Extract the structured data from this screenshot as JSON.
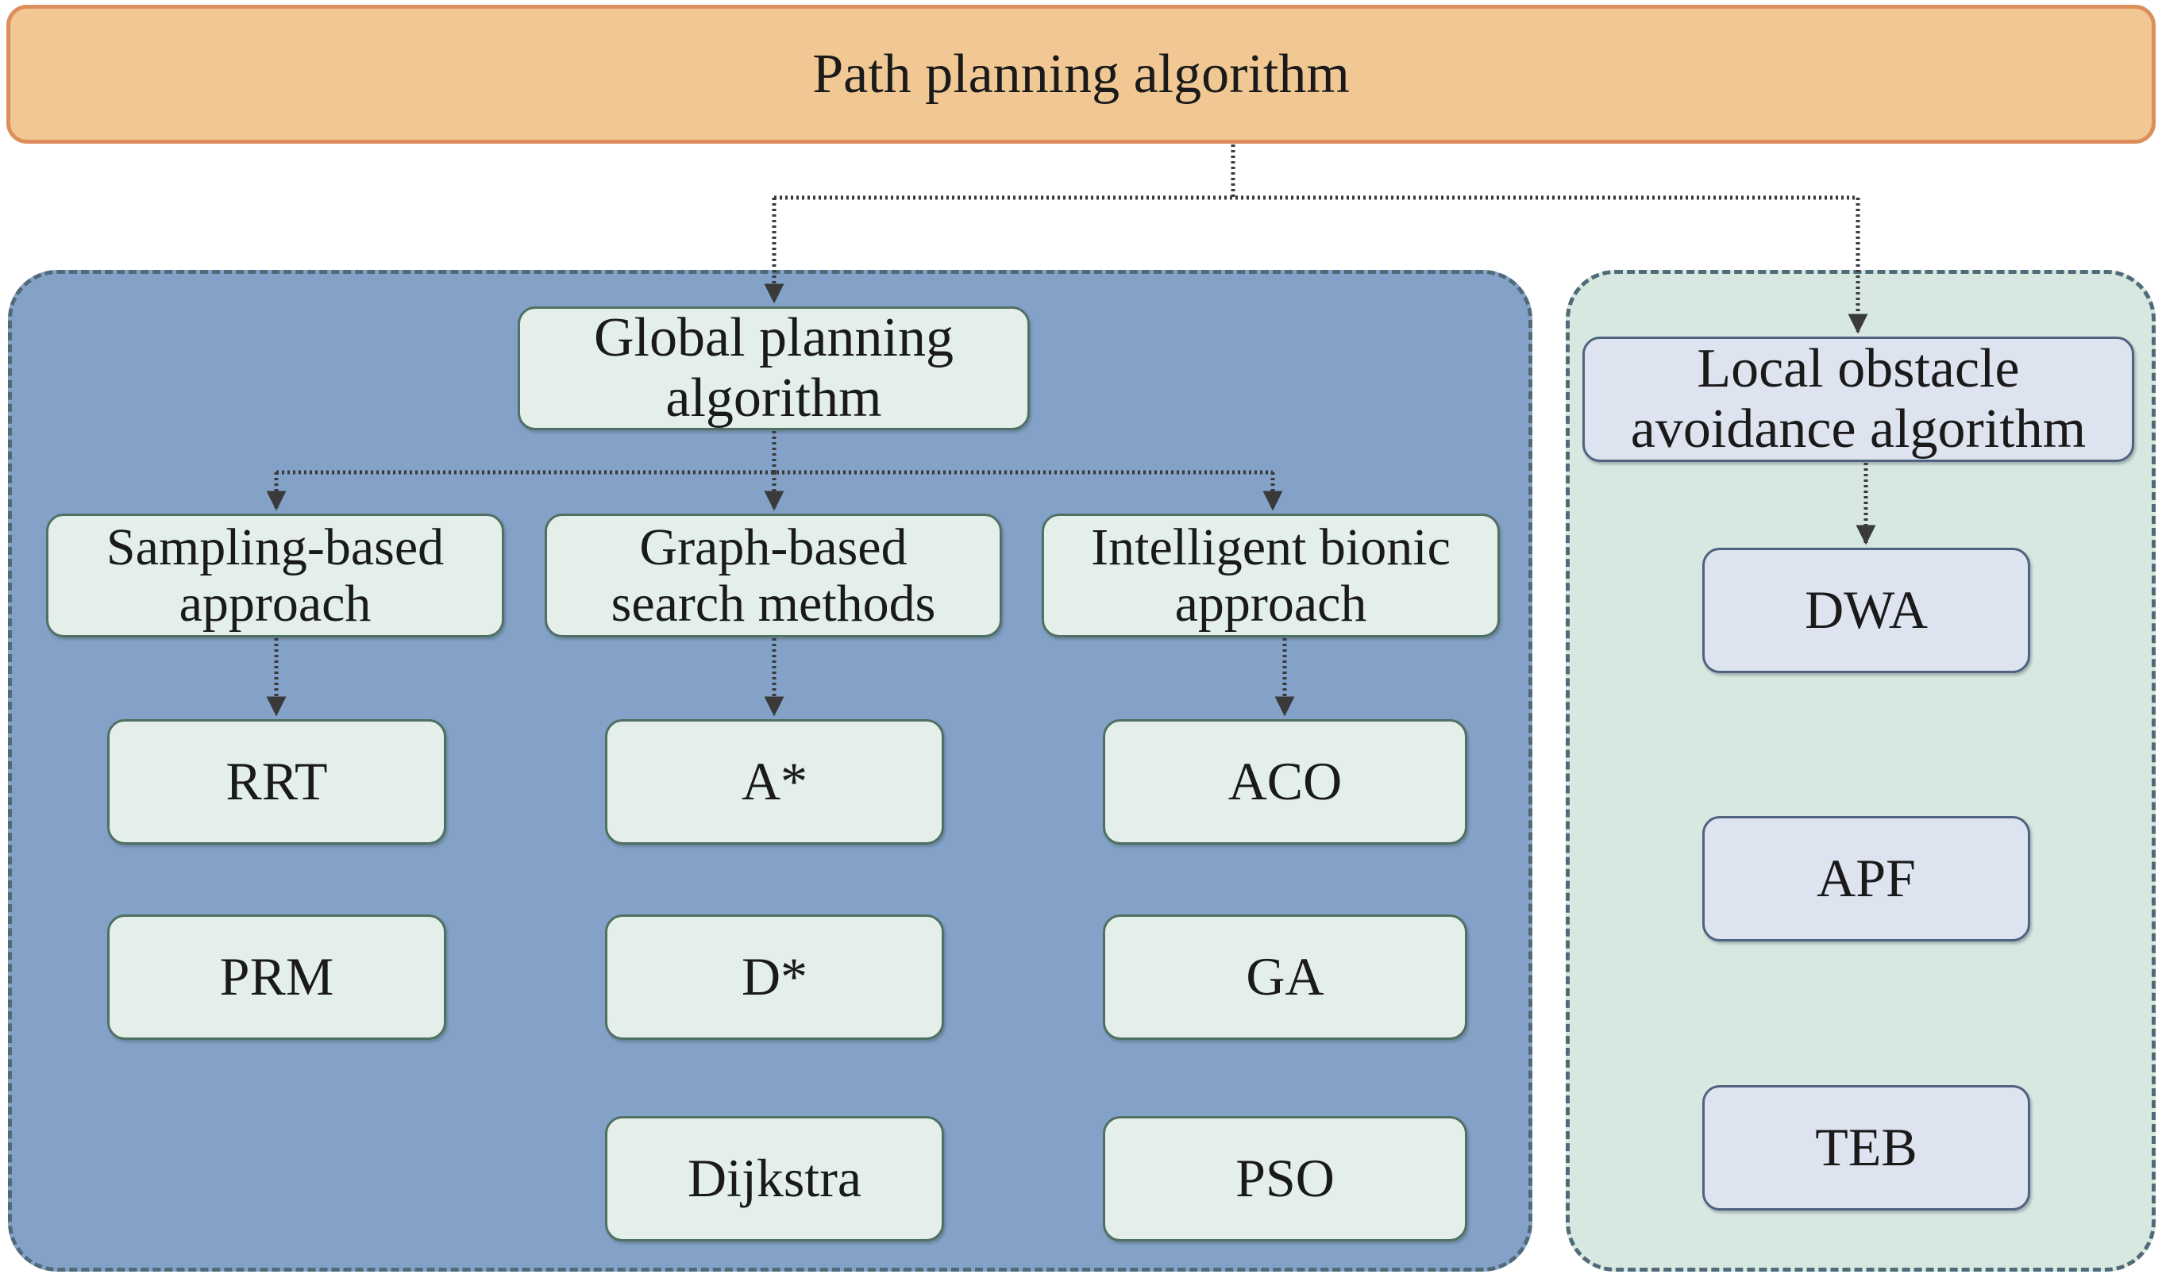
{
  "root": {
    "label": "Path planning algorithm"
  },
  "global": {
    "label": "Global planning algorithm",
    "categories": [
      {
        "label": "Sampling-based approach",
        "methods": [
          "RRT",
          "PRM"
        ]
      },
      {
        "label": "Graph-based search methods",
        "methods": [
          "A*",
          "D*",
          "Dijkstra"
        ]
      },
      {
        "label": "Intelligent bionic approach",
        "methods": [
          "ACO",
          "GA",
          "PSO"
        ]
      }
    ]
  },
  "local": {
    "label": "Local obstacle avoidance algorithm",
    "methods": [
      "DWA",
      "APF",
      "TEB"
    ]
  },
  "colors": {
    "root_fill": "#f1c894",
    "root_border": "#dc8f5a",
    "global_panel": "#84a2c8",
    "local_panel": "#d6e8e0",
    "node_fill": "#e4efea",
    "local_node_fill": "#dde3ef",
    "connector": "#3a3a3a"
  }
}
